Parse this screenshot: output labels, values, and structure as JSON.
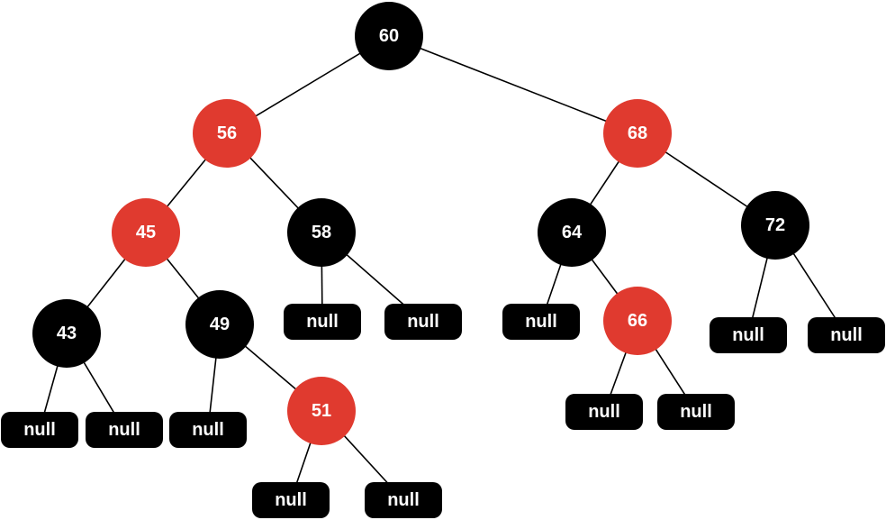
{
  "colors": {
    "red": "#e03a2f",
    "black": "#000000",
    "text": "#ffffff"
  },
  "nodes": [
    {
      "id": "n60",
      "label": "60",
      "color": "black"
    },
    {
      "id": "n56",
      "label": "56",
      "color": "red"
    },
    {
      "id": "n68",
      "label": "68",
      "color": "red"
    },
    {
      "id": "n45",
      "label": "45",
      "color": "red"
    },
    {
      "id": "n58",
      "label": "58",
      "color": "black"
    },
    {
      "id": "n64",
      "label": "64",
      "color": "black"
    },
    {
      "id": "n72",
      "label": "72",
      "color": "black"
    },
    {
      "id": "n43",
      "label": "43",
      "color": "black"
    },
    {
      "id": "n49",
      "label": "49",
      "color": "black"
    },
    {
      "id": "n66",
      "label": "66",
      "color": "red"
    },
    {
      "id": "n51",
      "label": "51",
      "color": "red"
    }
  ],
  "leaves": [
    {
      "id": "l58a",
      "label": "null"
    },
    {
      "id": "l58b",
      "label": "null"
    },
    {
      "id": "l64a",
      "label": "null"
    },
    {
      "id": "l72a",
      "label": "null"
    },
    {
      "id": "l72b",
      "label": "null"
    },
    {
      "id": "l43a",
      "label": "null"
    },
    {
      "id": "l43b",
      "label": "null"
    },
    {
      "id": "l49a",
      "label": "null"
    },
    {
      "id": "l66a",
      "label": "null"
    },
    {
      "id": "l66b",
      "label": "null"
    },
    {
      "id": "l51a",
      "label": "null"
    },
    {
      "id": "l51b",
      "label": "null"
    }
  ],
  "edges": [
    [
      "n60",
      "n56"
    ],
    [
      "n60",
      "n68"
    ],
    [
      "n56",
      "n45"
    ],
    [
      "n56",
      "n58"
    ],
    [
      "n68",
      "n64"
    ],
    [
      "n68",
      "n72"
    ],
    [
      "n45",
      "n43"
    ],
    [
      "n45",
      "n49"
    ],
    [
      "n58",
      "l58a"
    ],
    [
      "n58",
      "l58b"
    ],
    [
      "n64",
      "l64a"
    ],
    [
      "n64",
      "n66"
    ],
    [
      "n72",
      "l72a"
    ],
    [
      "n72",
      "l72b"
    ],
    [
      "n43",
      "l43a"
    ],
    [
      "n43",
      "l43b"
    ],
    [
      "n49",
      "l49a"
    ],
    [
      "n49",
      "n51"
    ],
    [
      "n66",
      "l66a"
    ],
    [
      "n66",
      "l66b"
    ],
    [
      "n51",
      "l51a"
    ],
    [
      "n51",
      "l51b"
    ]
  ]
}
